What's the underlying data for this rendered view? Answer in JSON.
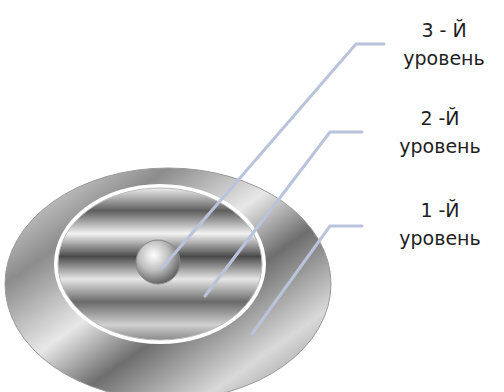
{
  "diagram": {
    "labels": [
      "3 - Й уровень",
      "2 -Й уровень",
      "1 -Й уровень"
    ]
  }
}
